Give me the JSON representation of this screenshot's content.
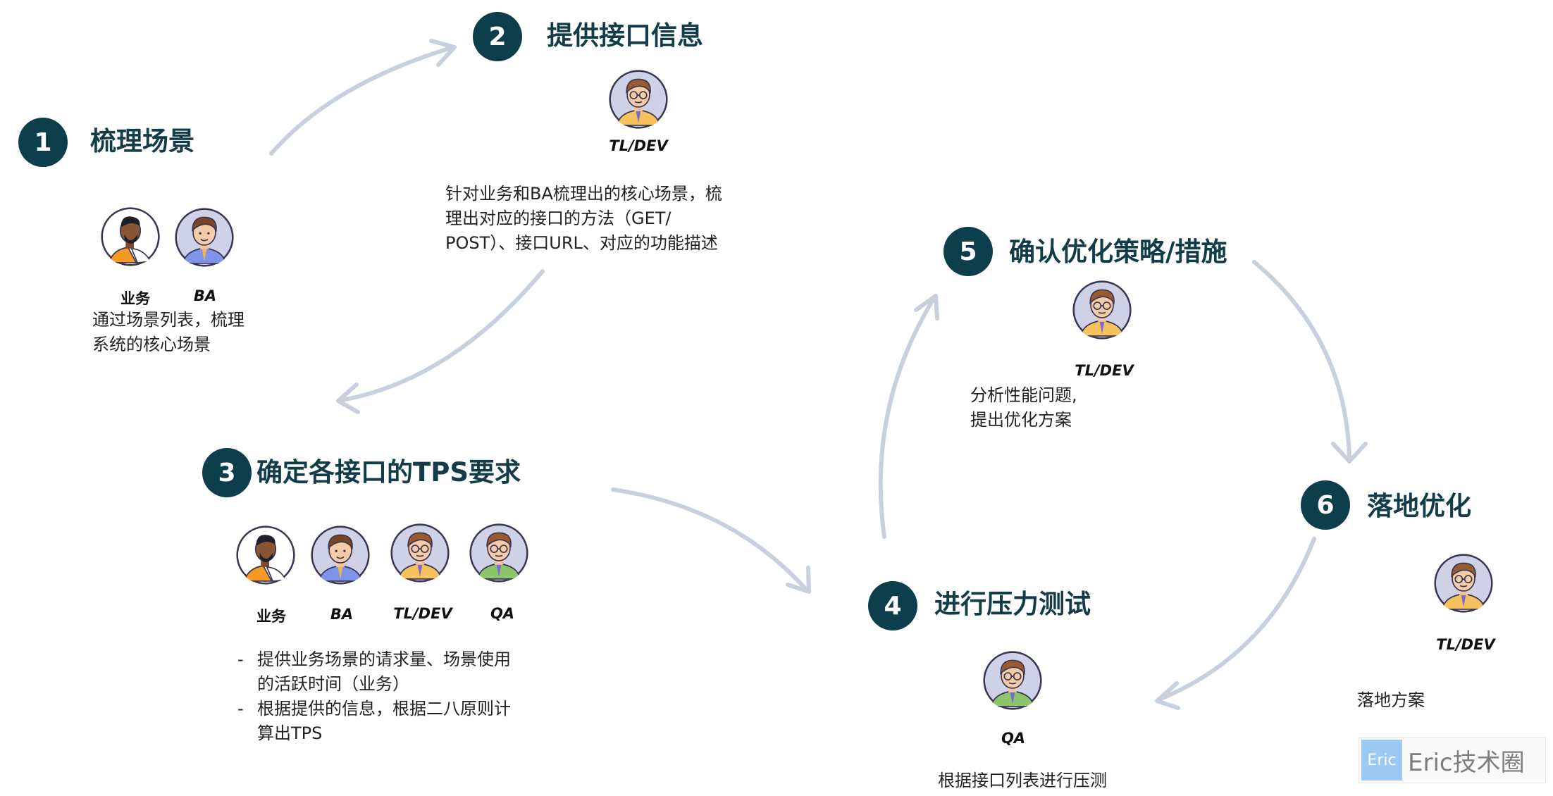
{
  "steps": [
    {
      "num": "1",
      "title": "梳理场景"
    },
    {
      "num": "2",
      "title": "提供接口信息"
    },
    {
      "num": "3",
      "title": "确定各接口的TPS要求"
    },
    {
      "num": "4",
      "title": "进行压力测试"
    },
    {
      "num": "5",
      "title": "确认优化策略/措施"
    },
    {
      "num": "6",
      "title": "落地优化"
    }
  ],
  "roles": {
    "business": "业务",
    "ba": "BA",
    "tldev": "TL/DEV",
    "qa": "QA"
  },
  "descriptions": {
    "step1": [
      "通过场景列表，梳理",
      "系统的核心场景"
    ],
    "step2": [
      "针对业务和BA梳理出的核心场景，梳",
      "理出对应的接口的方法（GET/",
      "POST）、接口URL、对应的功能描述"
    ],
    "step3": [
      "提供业务场景的请求量、场景使用\n的活跃时间（业务）",
      "根据提供的信息，根据二八原则计\n算出TPS"
    ],
    "step4": [
      "根据接口列表进行压测"
    ],
    "step5": [
      "分析性能问题,",
      "提出优化方案"
    ],
    "step6": [
      "落地方案"
    ]
  },
  "icons": {
    "business_avatar": "bearded-man-avatar",
    "ba_avatar": "man-avatar",
    "tldev_avatar": "glasses-man-avatar",
    "qa_avatar": "glasses-man-green-avatar"
  },
  "colors": {
    "badge": "#0d3e4c",
    "title": "#123c48",
    "arrow": "#c7d0dc"
  },
  "watermark": {
    "logo": "Eric",
    "text": "Eric技术圈"
  }
}
